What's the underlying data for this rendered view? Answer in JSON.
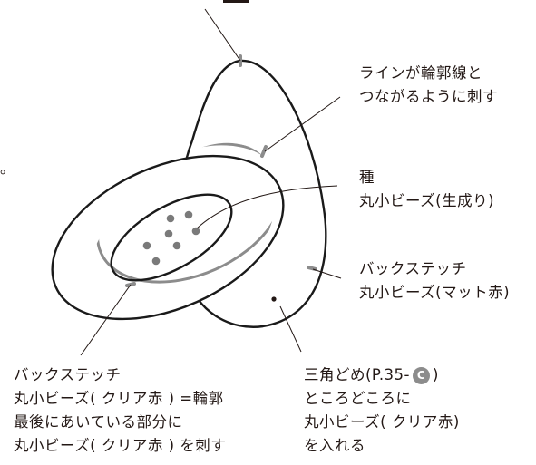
{
  "colors": {
    "ink": "#231815",
    "outline": "#1a1a1a",
    "gray_line": "#8c8c8c",
    "bead": "#7a7a7a"
  },
  "edge_mark": "。",
  "labels": {
    "line_to_outline": [
      "ラインが輪郭線と",
      "つながるように刺す"
    ],
    "seed": [
      "種",
      "丸小ビーズ(生成り)"
    ],
    "back_stitch_matte": [
      "バックステッチ",
      "丸小ビーズ(マット赤)"
    ],
    "back_stitch_clear": [
      "バックステッチ",
      "丸小ビーズ( クリア赤 ) =輪郭",
      "最後にあいている部分に",
      "丸小ビーズ( クリア赤 ) を刺す"
    ],
    "triangle_stop": {
      "line1_before": "三角どめ(P.35-",
      "badge": "C",
      "line1_after": ")",
      "rest": [
        "ところどころに",
        "丸小ビーズ( クリア赤)",
        "を入れる"
      ]
    }
  }
}
